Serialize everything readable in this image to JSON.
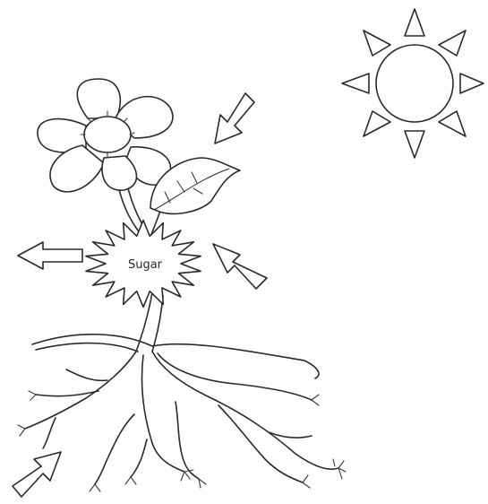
{
  "diagram": {
    "center_label": "Sugar",
    "ink_color": "#2a2a2a",
    "background_color": "#ffffff",
    "components": [
      {
        "name": "sun",
        "icon": "sun-icon"
      },
      {
        "name": "flower",
        "icon": "flower-icon"
      },
      {
        "name": "leaf",
        "icon": "leaf-icon"
      },
      {
        "name": "stem",
        "icon": "stem-icon"
      },
      {
        "name": "roots",
        "icon": "roots-icon"
      },
      {
        "name": "arrow-from-sun",
        "icon": "arrow-icon"
      },
      {
        "name": "arrow-into-starburst",
        "icon": "arrow-icon"
      },
      {
        "name": "arrow-out-left",
        "icon": "arrow-icon"
      },
      {
        "name": "arrow-into-roots",
        "icon": "arrow-icon"
      }
    ]
  }
}
